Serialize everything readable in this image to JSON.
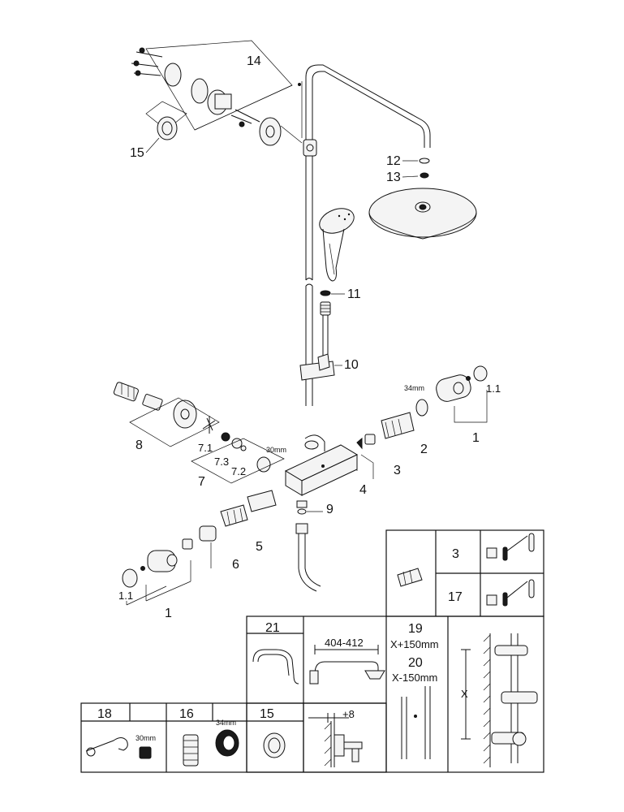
{
  "callouts": {
    "p14": "14",
    "p15": "15",
    "p12": "12",
    "p13": "13",
    "p11": "11",
    "p10": "10",
    "p8": "8",
    "p7_1": "7.1",
    "p7_3": "7.3",
    "p7_2": "7.2",
    "p7": "7",
    "p30mm": "30mm",
    "p9": "9",
    "p5": "5",
    "p6": "6",
    "p1_left": "1",
    "p1_1_left": "1.1",
    "p34mm": "34mm",
    "p1_1_right": "1.1",
    "p2": "2",
    "p3": "3",
    "p1_right": "1",
    "p4": "4"
  },
  "table_right": {
    "row1": "3",
    "row2": "17"
  },
  "table_bottom": {
    "t21": "21",
    "dim_404": "404-412",
    "t19": "19",
    "t19_sub": "X+150mm",
    "t20": "20",
    "t20_sub": "X-150mm",
    "x_label": "X"
  },
  "table_small": {
    "t18": "18",
    "t16": "16",
    "t15": "15",
    "m30": "30mm",
    "m34": "34mm",
    "plus8": "+8"
  }
}
